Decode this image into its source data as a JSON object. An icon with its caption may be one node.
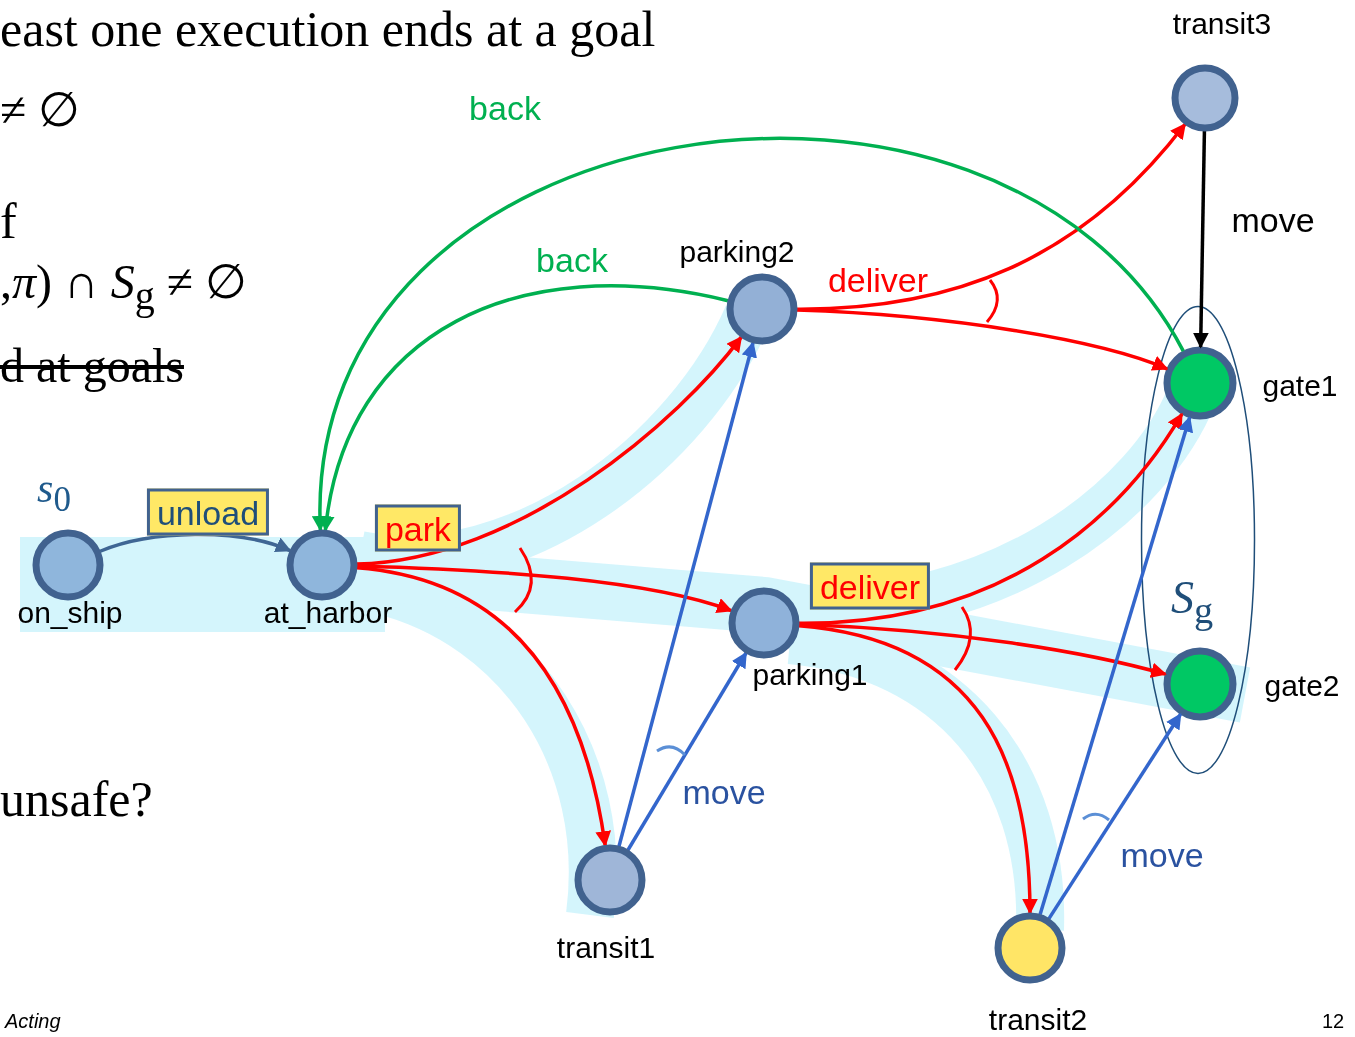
{
  "diagram": {
    "nodes": [
      {
        "text": [
          "on_ship"
        ],
        "beside": [
          "*s*$_{0}$"
        ]
      },
      {
        "text": [
          "at_harbor"
        ]
      },
      {
        "text": [
          "parking2"
        ]
      },
      {
        "text": [
          "parking1"
        ]
      },
      {
        "text": [
          "transit1"
        ]
      },
      {
        "text": [
          "transit2"
        ]
      },
      {
        "text": [
          "transit3"
        ]
      },
      {
        "text": [
          "*S*$_{g}$"
        ]
      },
      {
        "text": [
          "gate1"
        ],
        "in": 7
      },
      {
        "text": [
          "gate2"
        ],
        "in": 7
      }
    ],
    "edges": [
      {
        "from": 0,
        "to": 1,
        "arrow": "to",
        "label": "unload",
        "color": "#3f6694"
      },
      {
        "from": 1,
        "to": 2,
        "arrow": "to",
        "label": "park"
      },
      {
        "from": 1,
        "to": 3,
        "arrow": "to"
      },
      {
        "from": 1,
        "to": 4,
        "arrow": "to"
      },
      {
        "from": 2,
        "to": 6,
        "arrow": "to",
        "label": "deliver"
      },
      {
        "from": 2,
        "to": 8,
        "arrow": "to"
      },
      {
        "from": 3,
        "to": 8,
        "arrow": "to",
        "label": "deliver"
      },
      {
        "from": 3,
        "to": 9,
        "arrow": "to"
      },
      {
        "from": 3,
        "to": 5,
        "arrow": "to"
      },
      {
        "from": 4,
        "to": 2,
        "arrow": "to",
        "label": "move",
        "color": "#3366cc"
      },
      {
        "from": 4,
        "to": 3,
        "arrow": "to",
        "color": "#3366cc"
      },
      {
        "from": 5,
        "to": 8,
        "arrow": "to",
        "color": "#3366cc"
      },
      {
        "from": 5,
        "to": 9,
        "arrow": "to",
        "label": "move",
        "color": "#3366cc"
      },
      {
        "from": 6,
        "to": 8,
        "arrow": "to",
        "label": "move",
        "color": "#000000"
      },
      {
        "from": 2,
        "to": 1,
        "arrow": "to",
        "label": "back",
        "color": "#00b050"
      },
      {
        "from": 8,
        "to": 1,
        "arrow": "to",
        "label": "back",
        "color": "#00b050"
      }
    ],
    "labels": [
      "east one execution ends at a goal",
      "≠ ∅",
      "f",
      ",*π*) ∩ *S*$_{g}$ ≠ ∅",
      "d at goals",
      "unsafe?",
      "Acting",
      "12"
    ]
  }
}
